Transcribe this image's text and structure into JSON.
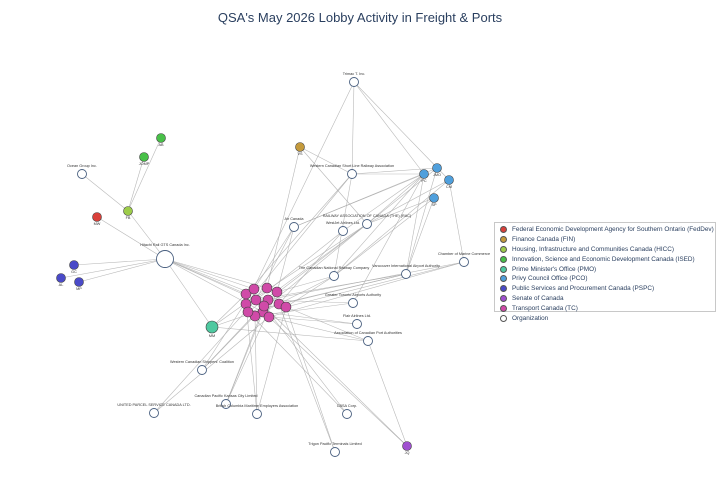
{
  "title": "QSA's May 2026 Lobby Activity in Freight & Ports",
  "legend": [
    {
      "label": "Federal Economic Development Agency for Southern Ontario (FedDev)",
      "color": "#d9403a"
    },
    {
      "label": "Finance Canada (FIN)",
      "color": "#c49a3c"
    },
    {
      "label": "Housing, Infrastructure and Communities Canada (HICC)",
      "color": "#9dcc4a"
    },
    {
      "label": "Innovation, Science and Economic Development Canada (ISED)",
      "color": "#48c048"
    },
    {
      "label": "Prime Minister's Office (PMO)",
      "color": "#4ec9a0"
    },
    {
      "label": "Privy Council Office (PCO)",
      "color": "#4f9fdc"
    },
    {
      "label": "Public Services and Procurement Canada (PSPC)",
      "color": "#4a4ac8"
    },
    {
      "label": "Senate of Canada",
      "color": "#a050d0"
    },
    {
      "label": "Transport Canada (TC)",
      "color": "#d04aa8"
    },
    {
      "label": "Organization",
      "color": "#ffffff"
    }
  ],
  "nodes": [
    {
      "id": "trimac",
      "label": "Trimac T. Inc.",
      "cat": "org"
    },
    {
      "id": "vs",
      "label": "VS",
      "cat": "fin"
    },
    {
      "id": "wcslra",
      "label": "Western Canadian Short Line Railway Association",
      "cat": "org"
    },
    {
      "id": "jmo",
      "label": "JMO",
      "cat": "pco"
    },
    {
      "id": "pc",
      "label": "PC",
      "cat": "pco"
    },
    {
      "id": "cm",
      "label": "CM",
      "cat": "pco"
    },
    {
      "id": "sp",
      "label": "SP",
      "cat": "pco"
    },
    {
      "id": "ab",
      "label": "AB",
      "cat": "ised"
    },
    {
      "id": "jomp",
      "label": "JOMP",
      "cat": "ised"
    },
    {
      "id": "ocean",
      "label": "Ocean Group Inc.",
      "cat": "org"
    },
    {
      "id": "fb",
      "label": "FB",
      "cat": "hicc"
    },
    {
      "id": "mw",
      "label": "MW",
      "cat": "feddev"
    },
    {
      "id": "hitachi",
      "label": "Hitachi Rail GTS Canada Inc.",
      "cat": "org"
    },
    {
      "id": "gc",
      "label": "GC",
      "cat": "pspc"
    },
    {
      "id": "al",
      "label": "AL",
      "cat": "pspc"
    },
    {
      "id": "mp",
      "label": "MP",
      "cat": "pspc"
    },
    {
      "id": "aircanada",
      "label": "Air Canada",
      "cat": "org"
    },
    {
      "id": "rac",
      "label": "RAILWAY ASSOCIATION OF CANADA (THE) (RAC)",
      "cat": "org"
    },
    {
      "id": "westjet",
      "label": "WestJet Airlines Ltd.",
      "cat": "org"
    },
    {
      "id": "chamber",
      "label": "Chamber of Marine Commerce",
      "cat": "org"
    },
    {
      "id": "ctrc",
      "label": "The Canadian National Railway Company",
      "cat": "org"
    },
    {
      "id": "vancouver",
      "label": "Vancouver International Airport Authority",
      "cat": "org"
    },
    {
      "id": "gtaa",
      "label": "Greater Toronto Airports Authority",
      "cat": "org"
    },
    {
      "id": "flair",
      "label": "Flair Airlines Ltd.",
      "cat": "org"
    },
    {
      "id": "acpa",
      "label": "Association of Canadian Port Authorities",
      "cat": "org"
    },
    {
      "id": "mm",
      "label": "MM",
      "cat": "pmo"
    },
    {
      "id": "wcsc",
      "label": "Western Canadian Shippers' Coalition",
      "cat": "org"
    },
    {
      "id": "cpkc",
      "label": "Canadian Pacific Kansas City Limited",
      "cat": "org"
    },
    {
      "id": "bcmea",
      "label": "British Columbia Maritime Employers Association",
      "cat": "org"
    },
    {
      "id": "ups",
      "label": "UNITED PARCEL SERVICE CANADA LTD.",
      "cat": "org"
    },
    {
      "id": "cbsa",
      "label": "CBSA Corp.",
      "cat": "org"
    },
    {
      "id": "trigon",
      "label": "Trigon Pacific Terminals Limited",
      "cat": "org"
    },
    {
      "id": "jq",
      "label": "JQ",
      "cat": "senate"
    },
    {
      "id": "tc1",
      "label": "",
      "cat": "tc"
    },
    {
      "id": "tc2",
      "label": "",
      "cat": "tc"
    },
    {
      "id": "tc3",
      "label": "",
      "cat": "tc"
    },
    {
      "id": "tc4",
      "label": "",
      "cat": "tc"
    },
    {
      "id": "tc5",
      "label": "",
      "cat": "tc"
    },
    {
      "id": "tc6",
      "label": "",
      "cat": "tc"
    },
    {
      "id": "tc7",
      "label": "",
      "cat": "tc"
    },
    {
      "id": "tc8",
      "label": "",
      "cat": "tc"
    },
    {
      "id": "tc9",
      "label": "",
      "cat": "tc"
    },
    {
      "id": "tc10",
      "label": "",
      "cat": "tc"
    },
    {
      "id": "tc11",
      "label": "",
      "cat": "tc"
    },
    {
      "id": "tc12",
      "label": "",
      "cat": "tc"
    },
    {
      "id": "tc13",
      "label": "",
      "cat": "tc"
    },
    {
      "id": "tc14",
      "label": "",
      "cat": "tc"
    }
  ],
  "edges": [
    [
      "trimac",
      "wcslra"
    ],
    [
      "trimac",
      "pc"
    ],
    [
      "trimac",
      "cm"
    ],
    [
      "trimac",
      "tc5"
    ],
    [
      "vs",
      "wcslra"
    ],
    [
      "vs",
      "tc3"
    ],
    [
      "vs",
      "rac"
    ],
    [
      "wcslra",
      "pc"
    ],
    [
      "wcslra",
      "jmo"
    ],
    [
      "wcslra",
      "tc1"
    ],
    [
      "wcslra",
      "tc5"
    ],
    [
      "wcslra",
      "ctrc"
    ],
    [
      "pc",
      "rac"
    ],
    [
      "pc",
      "gtaa"
    ],
    [
      "pc",
      "ctrc"
    ],
    [
      "pc",
      "vancouver"
    ],
    [
      "pc",
      "aircanada"
    ],
    [
      "pc",
      "westjet"
    ],
    [
      "jmo",
      "rac"
    ],
    [
      "jmo",
      "vancouver"
    ],
    [
      "jmo",
      "aircanada"
    ],
    [
      "cm",
      "chamber"
    ],
    [
      "cm",
      "rac"
    ],
    [
      "cm",
      "ctrc"
    ],
    [
      "sp",
      "rac"
    ],
    [
      "sp",
      "vancouver"
    ],
    [
      "sp",
      "ctrc"
    ],
    [
      "ab",
      "fb"
    ],
    [
      "jomp",
      "fb"
    ],
    [
      "ocean",
      "fb"
    ],
    [
      "fb",
      "hitachi"
    ],
    [
      "mw",
      "hitachi"
    ],
    [
      "gc",
      "hitachi"
    ],
    [
      "al",
      "hitachi"
    ],
    [
      "mp",
      "hitachi"
    ],
    [
      "hitachi",
      "tc1"
    ],
    [
      "hitachi",
      "tc2"
    ],
    [
      "hitachi",
      "tc3"
    ],
    [
      "hitachi",
      "tc6"
    ],
    [
      "hitachi",
      "tc7"
    ],
    [
      "hitachi",
      "tc9"
    ],
    [
      "hitachi",
      "mm"
    ],
    [
      "aircanada",
      "tc2"
    ],
    [
      "aircanada",
      "tc4"
    ],
    [
      "aircanada",
      "tc6"
    ],
    [
      "rac",
      "tc5"
    ],
    [
      "rac",
      "tc7"
    ],
    [
      "rac",
      "tc10"
    ],
    [
      "rac",
      "tc12"
    ],
    [
      "westjet",
      "tc6"
    ],
    [
      "westjet",
      "tc8"
    ],
    [
      "chamber",
      "tc11"
    ],
    [
      "chamber",
      "tc13"
    ],
    [
      "chamber",
      "tc5"
    ],
    [
      "ctrc",
      "tc4"
    ],
    [
      "ctrc",
      "tc9"
    ],
    [
      "ctrc",
      "tc13"
    ],
    [
      "vancouver",
      "tc8"
    ],
    [
      "vancouver",
      "tc12"
    ],
    [
      "vancouver",
      "tc6"
    ],
    [
      "gtaa",
      "tc10"
    ],
    [
      "gtaa",
      "tc7"
    ],
    [
      "flair",
      "tc11"
    ],
    [
      "flair",
      "tc9"
    ],
    [
      "acpa",
      "tc12"
    ],
    [
      "acpa",
      "tc13"
    ],
    [
      "acpa",
      "mm"
    ],
    [
      "acpa",
      "jq"
    ],
    [
      "mm",
      "tc1"
    ],
    [
      "mm",
      "tc3"
    ],
    [
      "mm",
      "tc8"
    ],
    [
      "wcsc",
      "tc2"
    ],
    [
      "wcsc",
      "tc7"
    ],
    [
      "wcsc",
      "tc14"
    ],
    [
      "cpkc",
      "tc4"
    ],
    [
      "cpkc",
      "tc9"
    ],
    [
      "cpkc",
      "tc14"
    ],
    [
      "bcmea",
      "tc5"
    ],
    [
      "bcmea",
      "tc10"
    ],
    [
      "bcmea",
      "tc13"
    ],
    [
      "ups",
      "tc6"
    ],
    [
      "ups",
      "tc11"
    ],
    [
      "cbsa",
      "tc12"
    ],
    [
      "cbsa",
      "tc14"
    ],
    [
      "trigon",
      "tc8"
    ],
    [
      "trigon",
      "tc13"
    ],
    [
      "jq",
      "tc14"
    ],
    [
      "jq",
      "tc11"
    ],
    [
      "tc1",
      "tc2"
    ],
    [
      "tc3",
      "tc4"
    ],
    [
      "tc5",
      "tc6"
    ]
  ]
}
